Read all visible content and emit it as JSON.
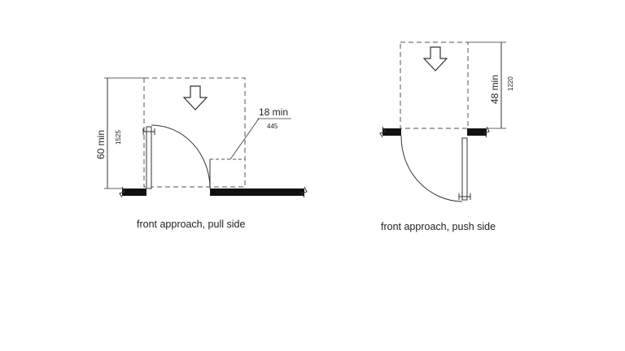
{
  "pull_side": {
    "caption": "front approach, pull side",
    "height_dim": {
      "label": "60 min",
      "metric": "1525"
    },
    "latch_dim": {
      "label": "18 min",
      "metric": "445"
    }
  },
  "push_side": {
    "caption": "front approach, push side",
    "height_dim": {
      "label": "48 min",
      "metric": "1220"
    }
  },
  "colors": {
    "line": "#333333",
    "wall": "#111111",
    "dash": "#555555"
  }
}
